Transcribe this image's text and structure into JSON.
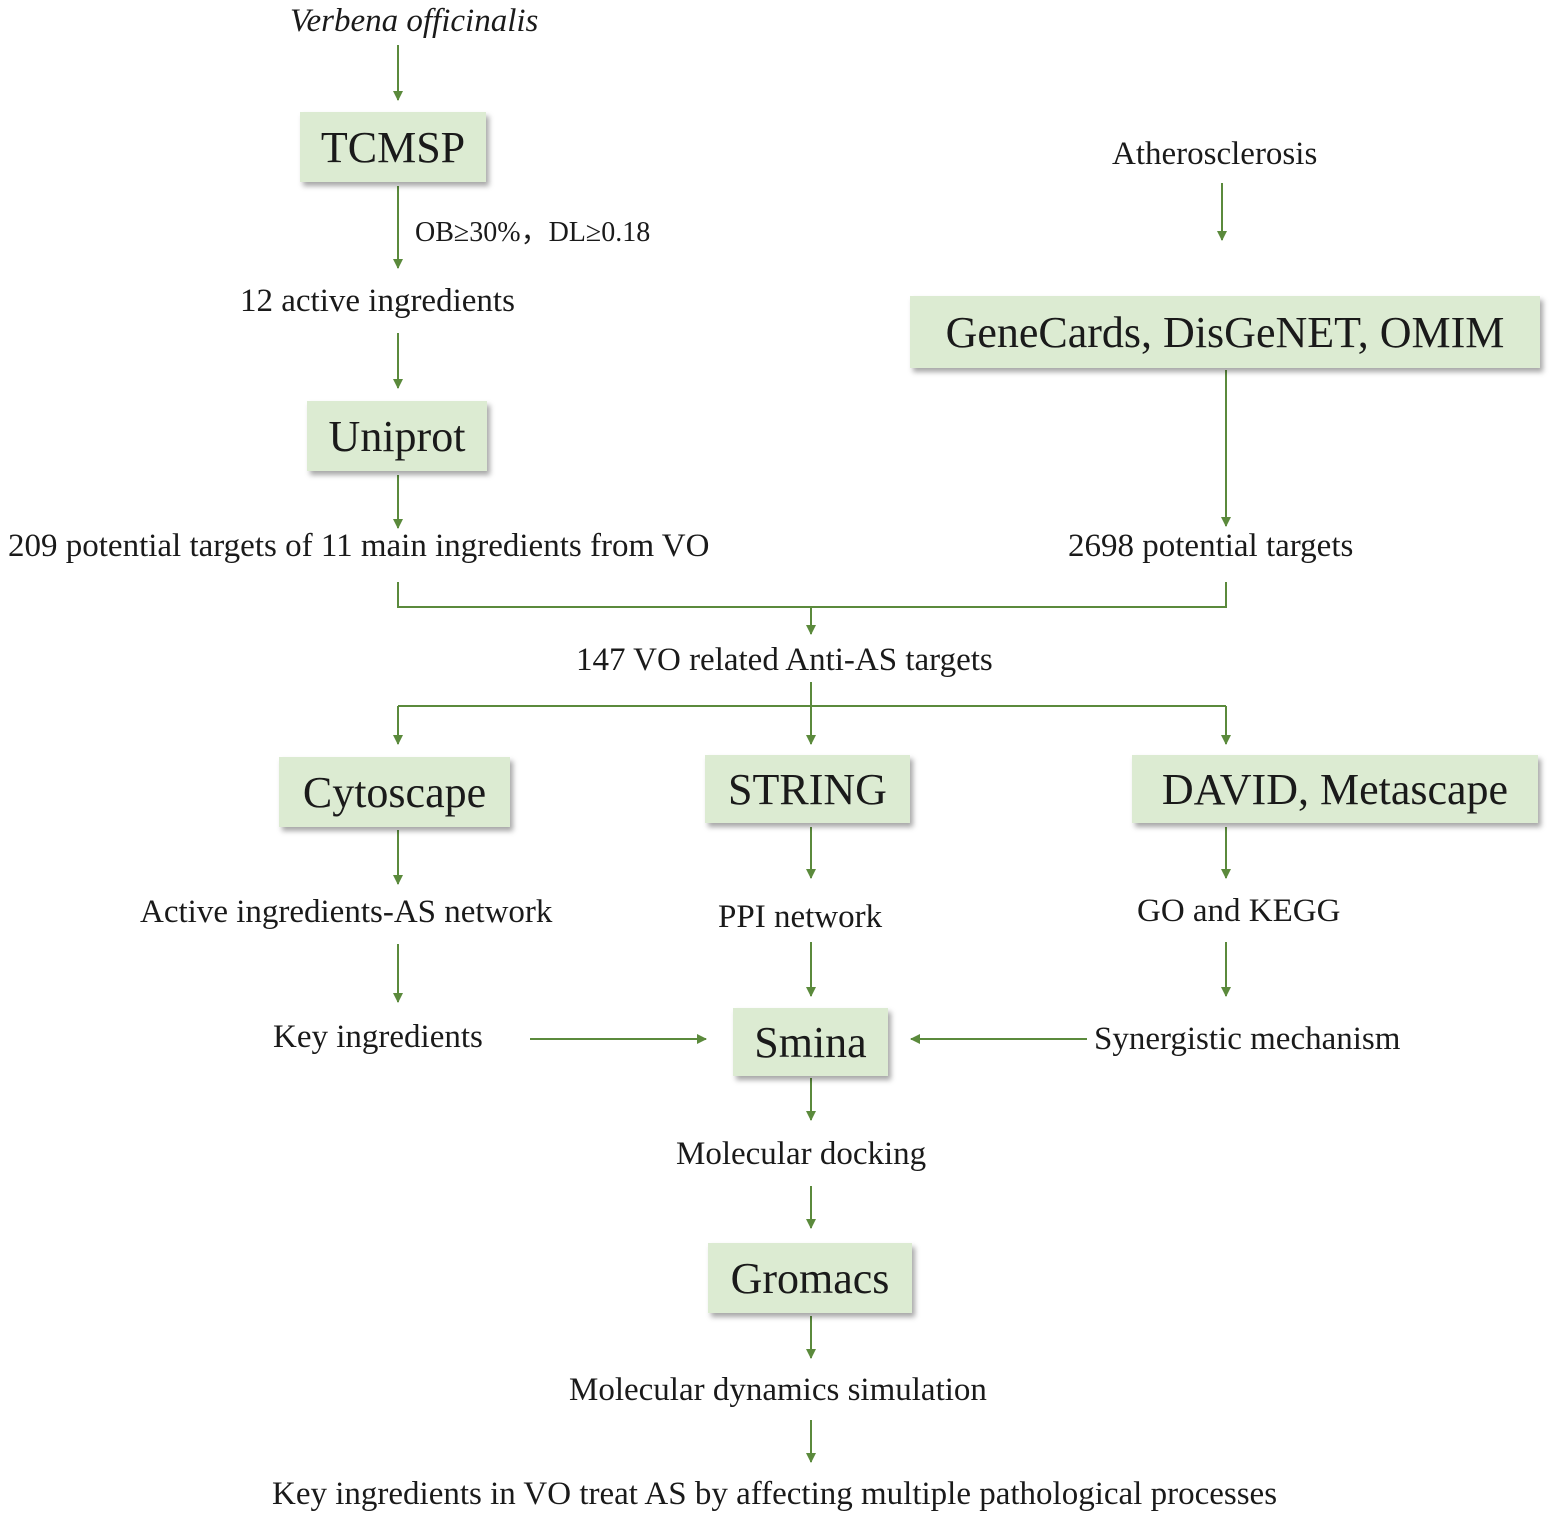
{
  "labels": {
    "verbena": "Verbena officinalis",
    "criteria": "OB≥30%，DL≥0.18",
    "active12": "12 active ingredients",
    "targets209": "209 potential targets of 11 main ingredients from VO",
    "atherosclerosis": "Atherosclerosis",
    "targets2698": "2698 potential targets",
    "targets147": "147 VO related Anti-AS targets",
    "active_network": "Active ingredients-AS network",
    "ppi": "PPI network",
    "go_kegg": "GO and KEGG",
    "key_ingredients": "Key ingredients",
    "synergistic": "Synergistic mechanism",
    "docking": "Molecular docking",
    "md_sim": "Molecular dynamics simulation",
    "conclusion": "Key ingredients in VO treat AS by affecting multiple pathological processes"
  },
  "boxes": {
    "tcmsp": "TCMSP",
    "uniprot": "Uniprot",
    "genecards": "GeneCards, DisGeNET, OMIM",
    "cytoscape": "Cytoscape",
    "string": "STRING",
    "david": "DAVID, Metascape",
    "smina": "Smina",
    "gromacs": "Gromacs"
  },
  "colors": {
    "box_fill": "#dcebd2",
    "arrow": "#5b8a3c"
  }
}
